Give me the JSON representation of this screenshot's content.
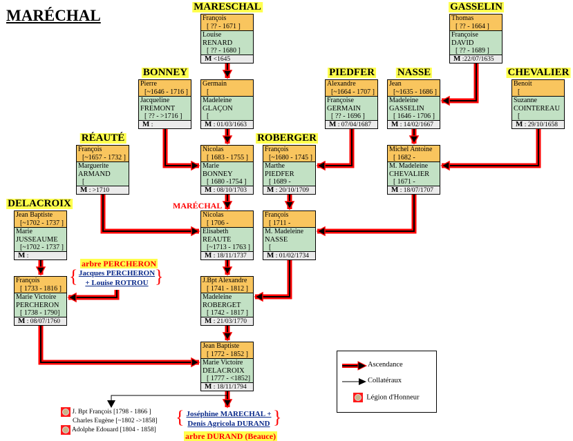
{
  "title": "MARÉCHAL",
  "families": {
    "mareschal": "MARESCHAL",
    "gasselin": "GASSELIN",
    "bonney": "BONNEY",
    "piedfer": "PIEDFER",
    "nasse": "NASSE",
    "chevalier": "CHEVALIER",
    "reaute": "RÉAUTÉ",
    "roberger": "ROBERGER",
    "delacroix": "DELACROIX",
    "marechal": "MARÉCHAL"
  },
  "couples": {
    "mareschal": {
      "husband": "François",
      "husband_dates": "[ ?? - 1671 ]",
      "wife": "Louise",
      "wife_surname": "RENARD",
      "wife_dates": "[ ?? - 1680 ]",
      "marriage": "<1645"
    },
    "gasselin": {
      "husband": "Thomas",
      "husband_dates": "[ ?? - 1664 ]",
      "wife": "Françoise",
      "wife_surname": "DAVID",
      "wife_dates": "[ ?? - 1689 ]",
      "marriage": ":22/07/1635"
    },
    "bonney": {
      "husband": "Pierre",
      "husband_dates": "[~1646 - 1716 ]",
      "wife": "Jacqueline",
      "wife_surname": "FREMONT",
      "wife_dates": "[ ?? - >1716 ]",
      "marriage": ":"
    },
    "germain": {
      "husband": "Germain",
      "husband_dates": "[",
      "wife": "Madeleine",
      "wife_surname": "GLAÇON",
      "wife_dates": "[",
      "marriage": ": 01/03/1663"
    },
    "piedfer": {
      "husband": "Alexandre",
      "husband_dates": "[~1664 - 1707 ]",
      "wife": "Françoise",
      "wife_surname": "GERMAIN",
      "wife_dates": "[ ?? - 1696 ]",
      "marriage": ": 07/04/1687"
    },
    "nasse": {
      "husband": "Jean",
      "husband_dates": "[~1635 - 1686 ]",
      "wife": "Madeleine",
      "wife_surname": "GASSELIN",
      "wife_dates": "[ 1646 - 1706 ]",
      "marriage": ": 14/02/1667"
    },
    "chevalier": {
      "husband": "Benoit",
      "husband_dates": "[",
      "wife": "Suzanne",
      "wife_surname": "COINTEREAU",
      "wife_dates": "[",
      "marriage": ": 29/10/1658"
    },
    "reaute": {
      "husband": "François",
      "husband_dates": "[~1657 - 1732 ]",
      "wife": "Marguerite",
      "wife_surname": "ARMAND",
      "wife_dates": "[",
      "marriage": ":  >1710"
    },
    "nicolas1683": {
      "husband": "Nicolas",
      "husband_dates": "[ 1683 - 1755 ]",
      "wife": "Marie",
      "wife_surname": "BONNEY",
      "wife_dates": "[ 1680 -1754 ]",
      "marriage": ": 08/10/1703"
    },
    "roberger": {
      "husband": "François",
      "husband_dates": "[~1680 - 1745 ]",
      "wife": "Marthe",
      "wife_surname": "PIEDFER",
      "wife_dates": "[ 1689 -",
      "marriage": ": 20/10/1709"
    },
    "michel": {
      "husband": "Michel Antoine",
      "husband_dates": "[ 1682 -",
      "wife": "M. Madeleine",
      "wife_surname": "CHEVALIER",
      "wife_dates": "[ 1671 -",
      "marriage": ": 18/07/1707"
    },
    "delacroix": {
      "husband": "Jean Baptiste",
      "husband_dates": "[~1702 - 1737 ]",
      "wife": "Marie",
      "wife_surname": "JUSSEAUME",
      "wife_dates": "[~1702 - 1737 ]",
      "marriage": ":"
    },
    "nicolas1706": {
      "husband": "Nicolas",
      "husband_dates": "[ 1706 -",
      "wife": "Elisabeth",
      "wife_surname": "RÉAUTÉ",
      "wife_dates": "[~1713 - 1763 ]",
      "marriage": ": 18/11/1737"
    },
    "francois1711": {
      "husband": "François",
      "husband_dates": "[ 1711 -",
      "wife": "M. Madeleine",
      "wife_surname": "NASSE",
      "wife_dates": "[",
      "marriage": ": 01/02/1734"
    },
    "francois1733": {
      "husband": "François",
      "husband_dates": "[ 1733 - 1816 ]",
      "wife": "Marie Victoire",
      "wife_surname": "PERCHERON",
      "wife_dates": "[ 1738 - 1790]",
      "marriage": ": 08/07/1760"
    },
    "jbptalexandre": {
      "husband": "J.Bpt Alexandre",
      "husband_dates": "[ 1741 - 1812 ]",
      "wife": "Madeleine",
      "wife_surname": "ROBERGET",
      "wife_dates": "[ 1742 - 1817 ]",
      "marriage": ": 21/03/1770"
    },
    "jeanbaptiste": {
      "husband": "Jean Baptiste",
      "husband_dates": "[ 1772 - 1852 ]",
      "wife": "Marie Victoire",
      "wife_surname": "DELACROIX",
      "wife_dates": "[ 1777 - <1852]",
      "marriage": ": 18/11/1794"
    }
  },
  "marriage_prefix": "M",
  "percheron": {
    "tree_label": "arbre PERCHERON",
    "link_line1": "Jacques PERCHERON",
    "link_line2": "+ Louise ROTROU"
  },
  "durand": {
    "link_line1": "Joséphine MARECHAL +",
    "link_line2": "Denis Agricola DURAND",
    "tree_label": "arbre DURAND (Beauce)"
  },
  "children": [
    {
      "text": "J. Bpt François [1798 - 1866 ]",
      "legion": true
    },
    {
      "text": "Charles Eugène [~1802 ->1858]",
      "legion": false
    },
    {
      "text": "Adolphe Edouard [1804 - 1858]",
      "legion": true
    }
  ],
  "legend": {
    "ascendance": "Ascendance",
    "collateraux": "Collatéraux",
    "legion": "Légion d'Honneur"
  },
  "colors": {
    "husband": "#f9c55e",
    "wife": "#c2e1c4",
    "marriage": "#ebebeb",
    "arrow": "#ff0000",
    "family_label_bg": "#ffff4d",
    "link": "#0a2a8a"
  }
}
